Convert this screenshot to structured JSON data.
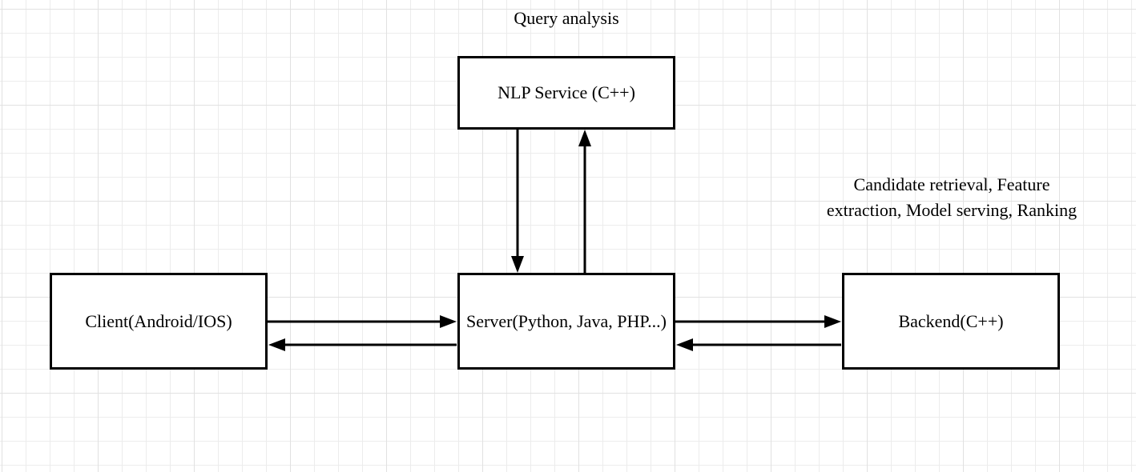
{
  "diagram": {
    "labels": {
      "query_analysis": "Query analysis",
      "backend_functions": "Candidate retrieval, Feature extraction, Model serving, Ranking"
    },
    "nodes": [
      {
        "id": "nlp-service",
        "label": "NLP Service (C++)"
      },
      {
        "id": "client",
        "label": "Client(Android/IOS)"
      },
      {
        "id": "server",
        "label": "Server(Python, Java, PHP...)"
      },
      {
        "id": "backend",
        "label": "Backend(C++)"
      }
    ],
    "edges": [
      {
        "from": "client",
        "to": "server",
        "direction": "right"
      },
      {
        "from": "server",
        "to": "client",
        "direction": "left"
      },
      {
        "from": "nlp-service",
        "to": "server",
        "direction": "down"
      },
      {
        "from": "server",
        "to": "nlp-service",
        "direction": "up"
      },
      {
        "from": "server",
        "to": "backend",
        "direction": "right"
      },
      {
        "from": "backend",
        "to": "server",
        "direction": "left"
      }
    ],
    "colors": {
      "stroke": "#000000",
      "background": "#ffffff",
      "grid_minor": "#ececec",
      "grid_major": "#e1e1e1"
    }
  }
}
